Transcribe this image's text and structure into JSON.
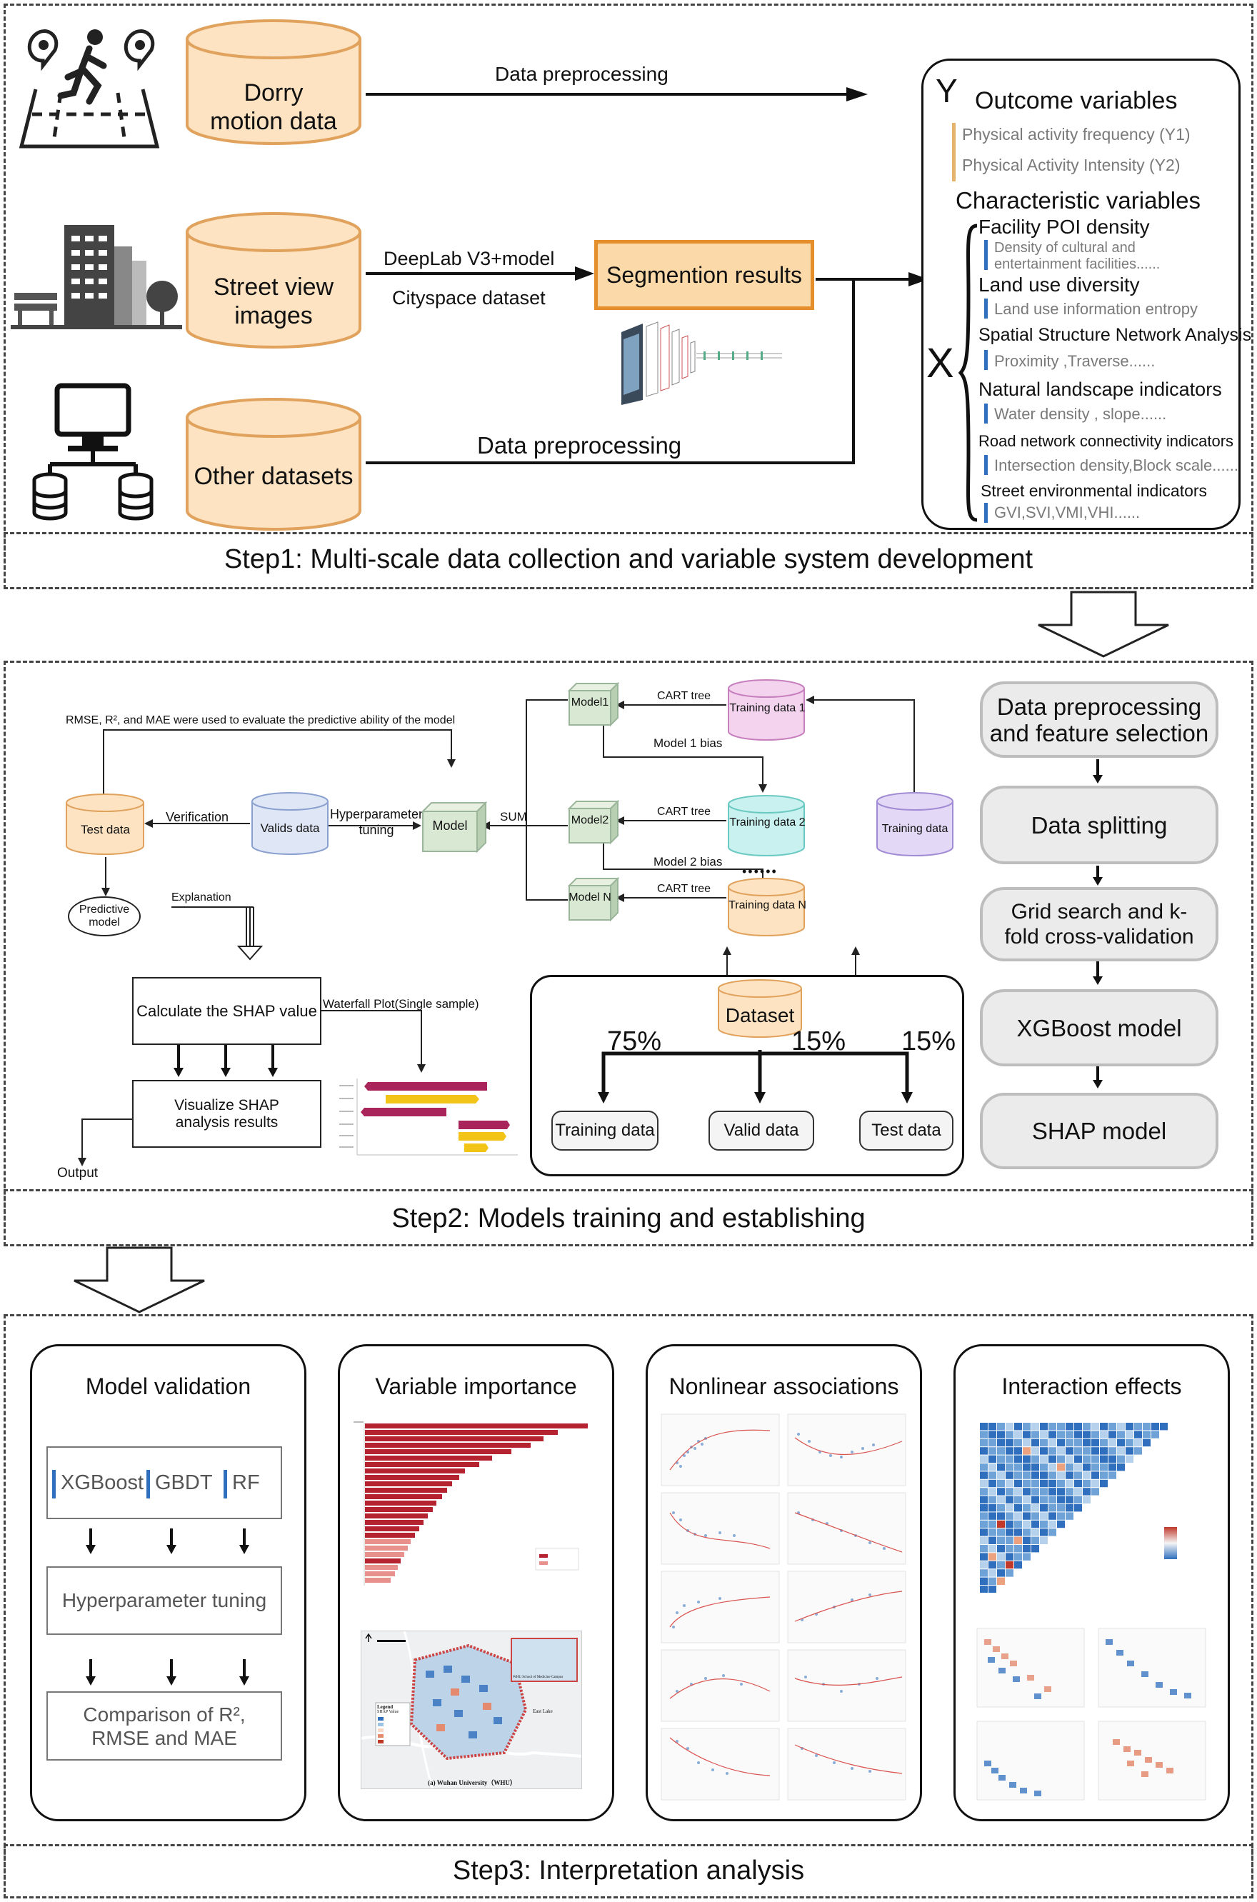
{
  "step1": {
    "caption": "Step1: Multi-scale data collection and variable system development",
    "sources": [
      "Dorry motion data",
      "Street view images",
      "Other datasets"
    ],
    "arrow_top": "Data preprocessing",
    "arrow_mid_1": "DeepLab V3+model",
    "arrow_mid_2": "Cityspace dataset",
    "segmentation": "Segmention results",
    "arrow_bottom": "Data preprocessing",
    "variables": {
      "y_letter": "Y",
      "outcome_title": "Outcome variables",
      "outcome_items": [
        "Physical activity frequency (Y1)",
        "Physical Activity Intensity (Y2)"
      ],
      "char_title": "Characteristic variables",
      "x_letter": "X",
      "groups": [
        {
          "title": "Facility POI density",
          "sub": "Density of cultural and entertainment facilities......"
        },
        {
          "title": "Land use diversity",
          "sub": "Land use information entropy"
        },
        {
          "title": "Spatial Structure Network Analysis",
          "sub": "Proximity ,Traverse......"
        },
        {
          "title": "Natural landscape indicators",
          "sub": "Water density , slope......"
        },
        {
          "title": "Road network connectivity indicators",
          "sub": "Intersection density,Block scale......"
        },
        {
          "title": "Street environmental indicators",
          "sub": "GVI,SVI,VMI,VHI......"
        }
      ],
      "sub_line1_a": "Density of cultural and",
      "sub_line1_b": "entertainment facilities......"
    }
  },
  "step2": {
    "caption": "Step2:  Models training and establishing",
    "eval_note": "RMSE, R², and MAE were used to evaluate the predictive ability of the model",
    "test_data": "Test data",
    "verification": "Verification",
    "valids_data": "Valids data",
    "hyper_1": "Hyperparameter",
    "hyper_2": "tuning",
    "model": "Model",
    "sum": "SUM",
    "models": [
      "Model1",
      "Model2",
      "Model N"
    ],
    "cart": "CART tree",
    "training_sets": [
      "Training data 1",
      "Training data 2",
      "Training data N"
    ],
    "bias_1": "Model 1 bias",
    "bias_2": "Model 2 bias",
    "dots": "••••••",
    "training_data": "Training data",
    "predictive_1": "Predictive",
    "predictive_2": "model",
    "explanation": "Explanation",
    "calc_shap": "Calculate the SHAP value",
    "waterfall": "Waterfall  Plot(Single  sample)",
    "visualize_1": "Visualize SHAP",
    "visualize_2": "analysis results",
    "output": "Output",
    "dataset": "Dataset",
    "pct": [
      "75%",
      "15%",
      "15%"
    ],
    "splits": [
      "Training data",
      "Valid data",
      "Test data"
    ],
    "flow": [
      "Data preprocessing and feature selection",
      "Data splitting",
      "Grid search and k-fold cross-validation",
      "XGBoost model",
      "SHAP model"
    ],
    "flow_1a": "Data preprocessing",
    "flow_1b": "and feature selection",
    "flow_3a": "Grid search and k-",
    "flow_3b": "fold cross-validation"
  },
  "step3": {
    "caption": "Step3: Interpretation analysis",
    "panels": [
      "Model validation",
      "Variable importance",
      "Nonlinear associations",
      "Interaction effects"
    ],
    "models": [
      "XGBoost",
      "GBDT",
      "RF"
    ],
    "tuning": "Hyperparameter tuning",
    "comparison_1": "Comparison of R²,",
    "comparison_2": "RMSE and MAE",
    "map_caption": "(a) Wuhan University（WHU）",
    "map_legend_title": "Legend",
    "map_legend_sub": "SHAP Value",
    "map_label_1": "East Lake",
    "map_label_2": "WHU School of Medicine Campus"
  },
  "colors": {
    "cylinder_fill": "#fde3c1",
    "cylinder_stroke": "#e0a25c",
    "segment_fill": "#fcd9a8",
    "segment_stroke": "#e58f2c",
    "model_box": "#d9e8d3",
    "bar_dark": "#b52330",
    "bar_light": "#e8908c",
    "xgb_blue": "#2f6fbd"
  }
}
